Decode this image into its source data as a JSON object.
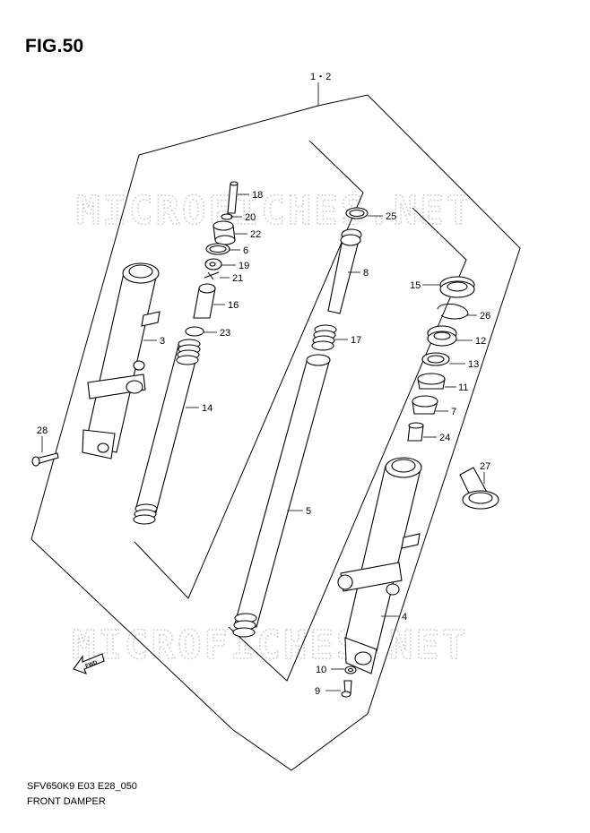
{
  "figure_title": "FIG.50",
  "footer": {
    "code": "SFV650K9 E03 E28_050",
    "name": "FRONT DAMPER"
  },
  "watermark_text": "MICROFICHES.NET",
  "fwd_label": "FWD",
  "parts": [
    {
      "id": "p1-2",
      "label": "1・2"
    },
    {
      "id": "p3",
      "label": "3"
    },
    {
      "id": "p4",
      "label": "4"
    },
    {
      "id": "p5",
      "label": "5"
    },
    {
      "id": "p6",
      "label": "6"
    },
    {
      "id": "p7",
      "label": "7"
    },
    {
      "id": "p8",
      "label": "8"
    },
    {
      "id": "p9",
      "label": "9"
    },
    {
      "id": "p10",
      "label": "10"
    },
    {
      "id": "p11",
      "label": "11"
    },
    {
      "id": "p12",
      "label": "12"
    },
    {
      "id": "p13",
      "label": "13"
    },
    {
      "id": "p14",
      "label": "14"
    },
    {
      "id": "p15",
      "label": "15"
    },
    {
      "id": "p16",
      "label": "16"
    },
    {
      "id": "p17",
      "label": "17"
    },
    {
      "id": "p18",
      "label": "18"
    },
    {
      "id": "p19",
      "label": "19"
    },
    {
      "id": "p20",
      "label": "20"
    },
    {
      "id": "p21",
      "label": "21"
    },
    {
      "id": "p22",
      "label": "22"
    },
    {
      "id": "p23",
      "label": "23"
    },
    {
      "id": "p24",
      "label": "24"
    },
    {
      "id": "p25",
      "label": "25"
    },
    {
      "id": "p26",
      "label": "26"
    },
    {
      "id": "p27",
      "label": "27"
    },
    {
      "id": "p28",
      "label": "28"
    }
  ]
}
